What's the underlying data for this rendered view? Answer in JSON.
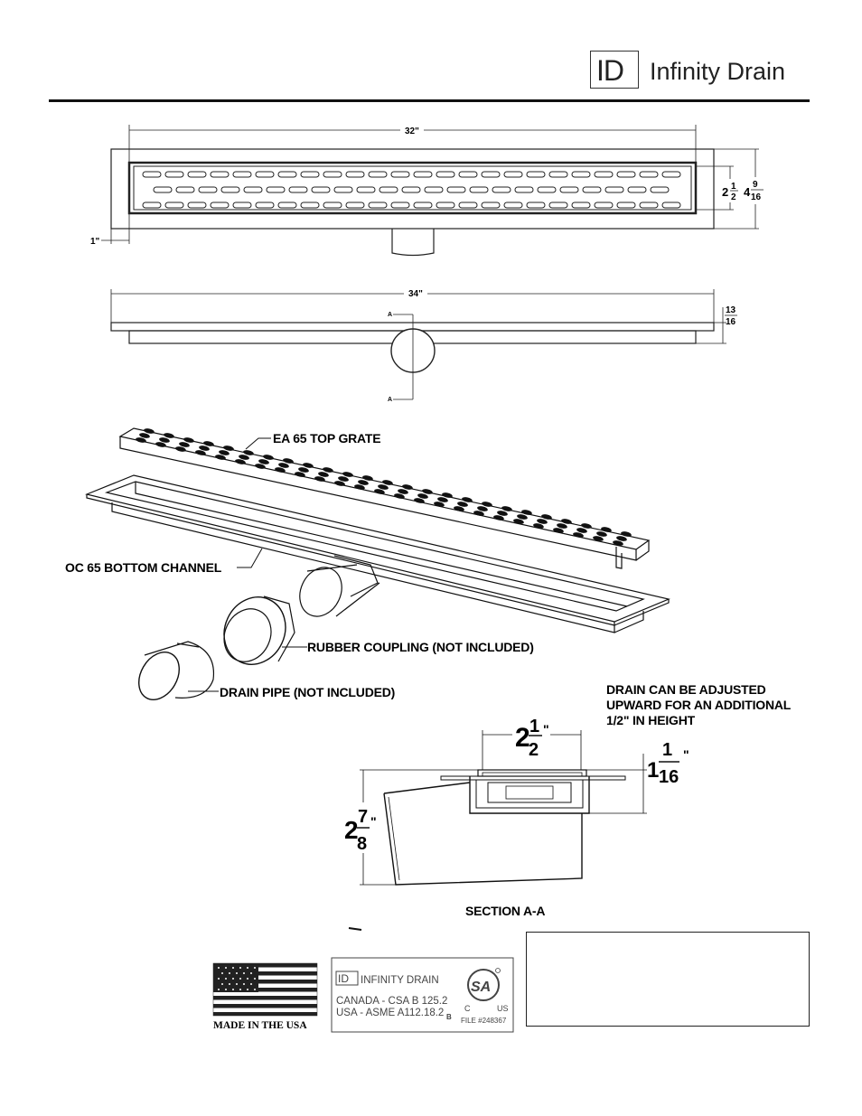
{
  "header": {
    "logo_mark": "ID",
    "brand_name": "Infinity Drain"
  },
  "top_view": {
    "width_label": "32\"",
    "flange_label": "1\"",
    "grate_height_label_whole": "2",
    "grate_height_label_num": "1",
    "grate_height_label_den": "2",
    "total_height_label_whole": "4",
    "total_height_label_num": "9",
    "total_height_label_den": "16"
  },
  "side_view": {
    "length_label": "34\"",
    "thickness_label_num": "13",
    "thickness_label_den": "16",
    "section_marker_top": "A",
    "section_marker_bottom": "A"
  },
  "exploded_view": {
    "top_grate_label": "EA 65 TOP GRATE",
    "bottom_channel_label": "OC 65 BOTTOM CHANNEL",
    "coupling_label": "RUBBER COUPLING (NOT INCLUDED)",
    "pipe_label": "DRAIN PIPE (NOT INCLUDED)"
  },
  "section": {
    "note_line1": "DRAIN CAN BE ADJUSTED",
    "note_line2": "UPWARD FOR AN ADDITIONAL",
    "note_line3": "1/2\" IN HEIGHT",
    "width_whole": "2",
    "width_num": "1",
    "width_den": "2",
    "depth_whole": "1",
    "depth_num": "1",
    "depth_den": "16",
    "height_whole": "2",
    "height_num": "7",
    "height_den": "8",
    "title": "SECTION A-A"
  },
  "footer": {
    "usa_label": "MADE IN THE USA",
    "cert_brand": "INFINITY DRAIN",
    "cert_line1": "CANADA - CSA B 125.2",
    "cert_line2": "USA - ASME A112.18.2",
    "cert_mark_c": "C",
    "cert_mark_us": "US",
    "cert_mark_b": "B",
    "cert_file": "FILE #248367"
  }
}
